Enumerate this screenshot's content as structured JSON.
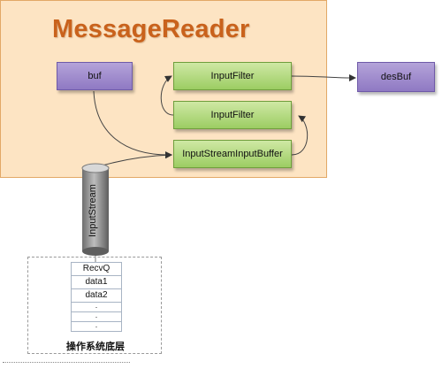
{
  "title": "MessageReader",
  "nodes": {
    "buf": "buf",
    "desbuf": "desBuf",
    "filter1": "InputFilter",
    "filter2": "InputFilter",
    "input_stream_buffer": "InputStreamInputBuffer",
    "input_stream": "InputStream"
  },
  "os_layer": {
    "label": "操作系统底层",
    "queue": [
      "RecvQ",
      "data1",
      "data2",
      ".",
      ".",
      "."
    ]
  },
  "colors": {
    "panel": "#fde4c3",
    "title": "#c9621c",
    "purple_box": "#9f8ccb",
    "green_box": "#b5da83",
    "cylinder": "#8a8a8a"
  }
}
